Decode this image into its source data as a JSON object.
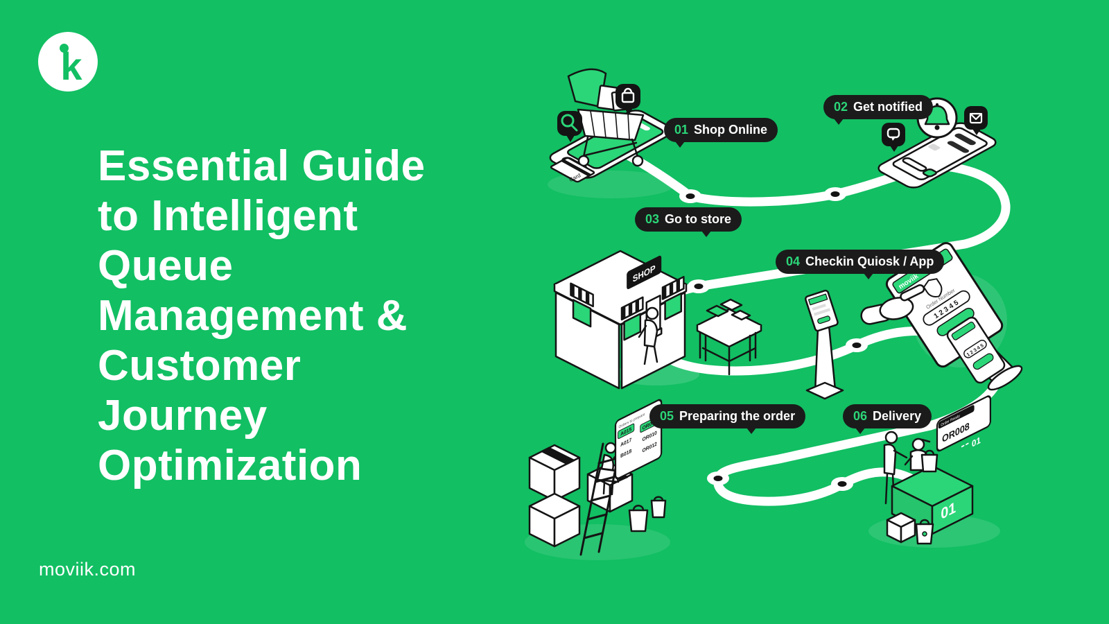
{
  "brand": {
    "logo_letter": "k",
    "website": "moviik.com"
  },
  "title": {
    "lines": [
      "Essential Guide",
      "to Intelligent",
      "Queue",
      "Management &",
      "Customer",
      "Journey",
      "Optimization"
    ]
  },
  "colors": {
    "background": "#12BF63",
    "accent_green": "#2BD678",
    "pill_background": "#1B1B1B",
    "ink": "#141414",
    "white": "#FFFFFF"
  },
  "steps": [
    {
      "num": "01",
      "label": "Shop Online"
    },
    {
      "num": "02",
      "label": "Get notified"
    },
    {
      "num": "03",
      "label": "Go to store"
    },
    {
      "num": "04",
      "label": "Checkin Quiosk / App"
    },
    {
      "num": "05",
      "label": "Preparing the order"
    },
    {
      "num": "06",
      "label": "Delivery"
    }
  ],
  "illustrations": {
    "shop_online": {
      "card_label": "Card"
    },
    "store": {
      "sign": "SHOP"
    },
    "checkin": {
      "brand": "moviik",
      "field_label": "Order Number",
      "ticket_value": "12345"
    },
    "preparing": {
      "board_title": "Orders to prepare",
      "tickets_left": [
        "A015",
        "A017",
        "B018"
      ],
      "tickets_right": [
        "OR008",
        "OR010",
        "OR012"
      ]
    },
    "delivery": {
      "sign_title": "Order Ready",
      "sign_code": "OR008",
      "lane_number": "01",
      "counter_number": "01"
    }
  }
}
